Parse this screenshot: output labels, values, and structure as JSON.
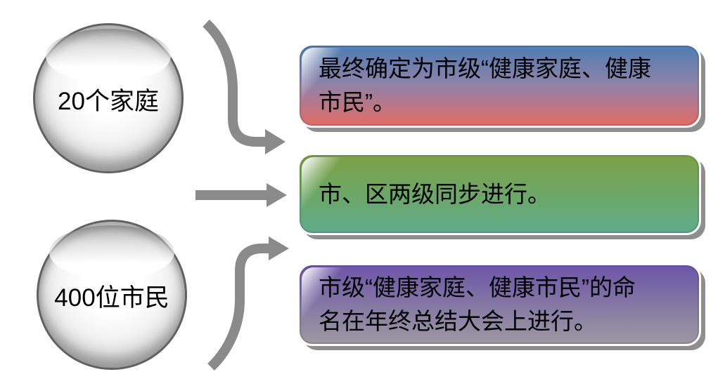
{
  "diagram": {
    "background": "#ffffff",
    "nodes": [
      {
        "label": "20个家庭"
      },
      {
        "label": "400位市民"
      }
    ],
    "boxes": [
      {
        "text": "最终确定为市级“健康家庭、健康市民”。",
        "gradient_top": "#4e7db3",
        "gradient_mid": "#8f82a9",
        "gradient_bottom": "#e26c66"
      },
      {
        "text": "市、区两级同步进行。",
        "gradient_top": "#7ca144",
        "gradient_bottom": "#5fac8b"
      },
      {
        "text": "市级“健康家庭、健康市民”的命名在年终总结大会上进行。",
        "gradient_top": "#6d55a8",
        "gradient_bottom": "#9c99a1"
      }
    ],
    "colors": {
      "arrow": "#8a8a8a",
      "box_border": "#ffffff",
      "box_shadow": "#8e8e8e",
      "sphere_rim": "#616161",
      "text": "#000000"
    }
  }
}
